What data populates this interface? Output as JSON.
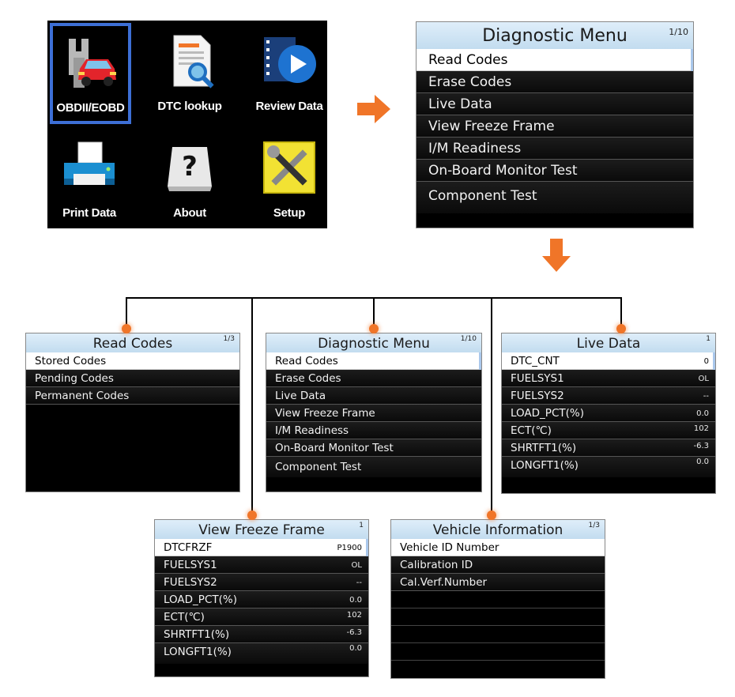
{
  "home": {
    "tiles": [
      {
        "label": "OBDII/EOBD",
        "icon": "car-wrench-icon",
        "selected": true
      },
      {
        "label": "DTC lookup",
        "icon": "document-search-icon"
      },
      {
        "label": "Review Data",
        "icon": "film-play-icon"
      },
      {
        "label": "Print Data",
        "icon": "printer-icon"
      },
      {
        "label": "About",
        "icon": "question-key-icon"
      },
      {
        "label": "Setup",
        "icon": "tools-icon"
      }
    ]
  },
  "diagnostic_menu": {
    "title": "Diagnostic Menu",
    "page": "1/10",
    "items": [
      "Read Codes",
      "Erase Codes",
      "Live Data",
      "View Freeze Frame",
      "I/M Readiness",
      "On-Board Monitor Test",
      "Component Test"
    ]
  },
  "read_codes": {
    "title": "Read Codes",
    "page": "1/3",
    "items": [
      "Stored Codes",
      "Pending Codes",
      "Permanent Codes"
    ]
  },
  "diagnostic_menu_small": {
    "title": "Diagnostic Menu",
    "page": "1/10",
    "items": [
      "Read Codes",
      "Erase Codes",
      "Live Data",
      "View Freeze Frame",
      "I/M Readiness",
      "On-Board Monitor Test",
      "Component Test"
    ]
  },
  "live_data": {
    "title": "Live Data",
    "page": "1",
    "rows": [
      {
        "name": "DTC_CNT",
        "value": "0"
      },
      {
        "name": "FUELSYS1",
        "value": "OL"
      },
      {
        "name": "FUELSYS2",
        "value": "--"
      },
      {
        "name": "LOAD_PCT(%)",
        "value": "0.0"
      },
      {
        "name": "ECT(℃)",
        "value": "102"
      },
      {
        "name": "SHRTFT1(%)",
        "value": "-6.3"
      },
      {
        "name": "LONGFT1(%)",
        "value": "0.0"
      }
    ]
  },
  "freeze_frame": {
    "title": "View Freeze Frame",
    "page": "1",
    "rows": [
      {
        "name": "DTCFRZF",
        "value": "P1900"
      },
      {
        "name": "FUELSYS1",
        "value": "OL"
      },
      {
        "name": "FUELSYS2",
        "value": "--"
      },
      {
        "name": "LOAD_PCT(%)",
        "value": "0.0"
      },
      {
        "name": "ECT(℃)",
        "value": "102"
      },
      {
        "name": "SHRTFT1(%)",
        "value": "-6.3"
      },
      {
        "name": "LONGFT1(%)",
        "value": "0.0"
      }
    ]
  },
  "vehicle_info": {
    "title": "Vehicle Information",
    "page": "1/3",
    "items": [
      "Vehicle ID Number",
      "Calibration ID",
      "Cal.Verf.Number"
    ]
  },
  "colors": {
    "accent_arrow": "#f07528",
    "title_bar": "#cfe4f5",
    "selection": "#3d6fd6"
  }
}
